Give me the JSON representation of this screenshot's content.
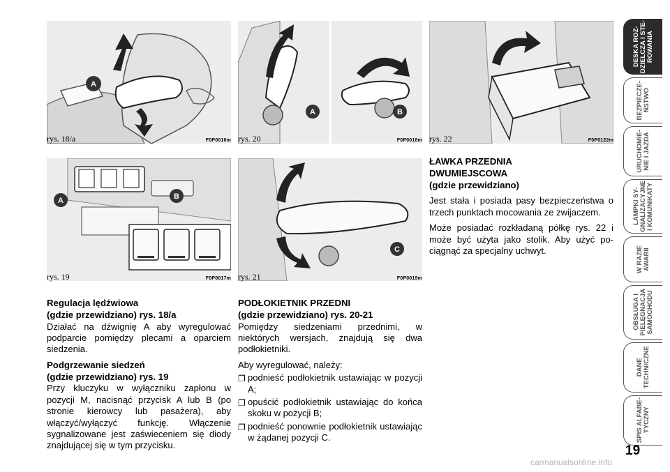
{
  "figures": [
    {
      "label": "rys. 18/a",
      "code": "F0P0016m",
      "markers": [
        "A"
      ]
    },
    {
      "label": "rys. 20",
      "code": "F0P0018m",
      "markers": [
        "A",
        "B"
      ]
    },
    {
      "label": "rys. 22",
      "code": "F0P0122m",
      "markers": []
    },
    {
      "label": "rys. 19",
      "code": "F0P0017m",
      "markers": [
        "A",
        "B"
      ]
    },
    {
      "label": "rys. 21",
      "code": "F0P0019m",
      "markers": [
        "C"
      ]
    }
  ],
  "col1": {
    "h1_line1": "Regulacja lędźwiowa",
    "h1_line2": "(gdzie przewidziano) rys. 18/a",
    "p1": "Działać na dźwignię A aby wyregulować podparcie pomiędzy plecami a oparciem siedzenia.",
    "h2_line1": "Podgrzewanie siedzeń",
    "h2_line2": "(gdzie przewidziano) rys. 19",
    "p2": "Przy kluczyku w wyłączniku zapłonu w pozycji M, nacisnąć przycisk A lub B (po stronie kierowcy lub pasażera), aby włączyć/wyłączyć funkcję. Włączenie sygnalizowane jest zaświeceniem się diody znajdującej się w tym przycisku."
  },
  "col2": {
    "h1_line1": "PODŁOKIETNIK PRZEDNI",
    "h1_line2": "(gdzie przewidziano) rys. 20-21",
    "p1": "Pomiędzy siedzeniami przednimi, w niektórych wersjach, znajdują się dwa podłokietniki.",
    "p2": "Aby wyregulować, należy:",
    "items": [
      "podnieść podłokietnik ustawiając w pozycji A;",
      "opuścić podłokietnik ustawiając do końca skoku w pozycji B;",
      "podnieść ponownie podłokietnik ustawiając w żądanej pozycji C."
    ]
  },
  "col3": {
    "h1_line1": "ŁAWKA PRZEDNIA",
    "h1_line2": "DWUMIEJSCOWA",
    "h1_line3": "(gdzie przewidziano)",
    "p1": "Jest stała i posiada pasy bezpieczeństwa o trzech punktach mocowania ze zwijaczem.",
    "p2": "Może posiadać rozkładaną półkę rys. 22 i może być użyta jako stolik. Aby użyć po-ciągnąć za specjalny uchwyt."
  },
  "sidebar": {
    "tabs": [
      {
        "label": "DESKA ROZ-\nDZIELCZA I STE-\nROWANIA",
        "active": true
      },
      {
        "label": "BEZPIECZE-\nŃSTWO",
        "active": false
      },
      {
        "label": "URUCHOMIE-\nNIE I JAZDA",
        "active": false
      },
      {
        "label": "LAMPKI SY-\nGNALIZACYJNE\nI KOMUNIKATY",
        "active": false
      },
      {
        "label": "W RAZIE\nAWARII",
        "active": false
      },
      {
        "label": "OBSŁUGA I\nPIELĘGNACJA\nSAMOCHODU",
        "active": false
      },
      {
        "label": "DANE\nTECHNICZNE",
        "active": false
      },
      {
        "label": "SPIS ALFABE-\nTYCZNY",
        "active": false
      }
    ]
  },
  "page_number": "19",
  "watermark": "carmanualsonline.info"
}
